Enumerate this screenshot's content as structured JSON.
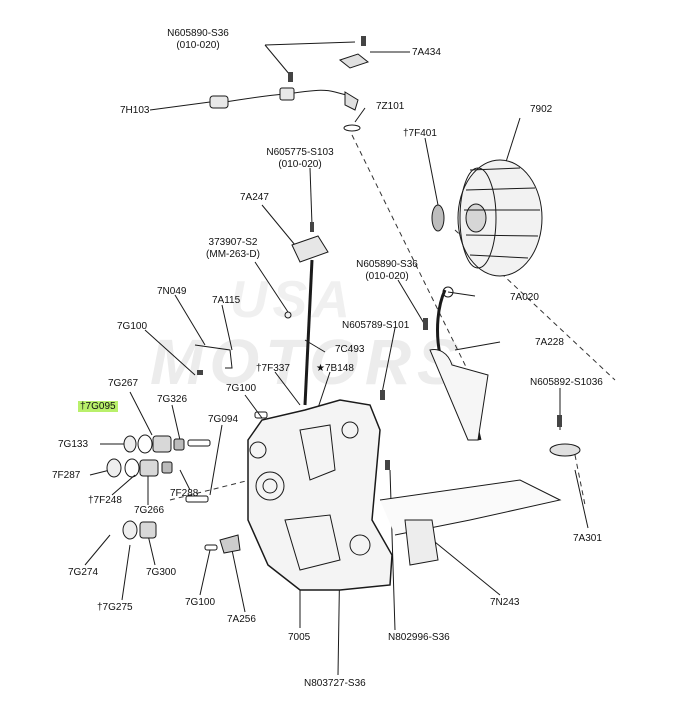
{
  "watermark": {
    "line1": "USA",
    "line2": "MOTORS"
  },
  "labels": {
    "n605890_top": "N605890-S36",
    "n605890_top_sub": "(010-020)",
    "a7434": "7A434",
    "h7103": "7H103",
    "z7101": "7Z101",
    "p7902": "7902",
    "f7401": "†7F401",
    "n605775": "N605775-S103",
    "n605775_sub": "(010-020)",
    "a7247": "7A247",
    "s373907": "373907-S2",
    "s373907_sub": "(MM-263-D)",
    "n605890_mid": "N605890-S36",
    "n605890_mid_sub": "(010-020)",
    "a7020": "7A020",
    "n7049": "7N049",
    "a7115": "7A115",
    "g7100_top": "7G100",
    "n605789": "N605789-S101",
    "a7228": "7A228",
    "c7493": "7C493",
    "f7337": "†7F337",
    "b7148": "★7B148",
    "n605892": "N605892-S1036",
    "g7267": "7G267",
    "g7095": "†7G095",
    "g7326": "7G326",
    "g7100_mid": "7G100",
    "g7094": "7G094",
    "g7133": "7G133",
    "f7287": "7F287",
    "f7288": "7F288",
    "f7248": "†7F248",
    "g7266": "7G266",
    "a7301": "7A301",
    "g7274": "7G274",
    "g7300": "7G300",
    "n7243": "7N243",
    "g7275": "†7G275",
    "g7100_bot": "7G100",
    "a7256": "7A256",
    "p7005": "7005",
    "n802996": "N802996-S36",
    "n803727": "N803727-S36"
  }
}
